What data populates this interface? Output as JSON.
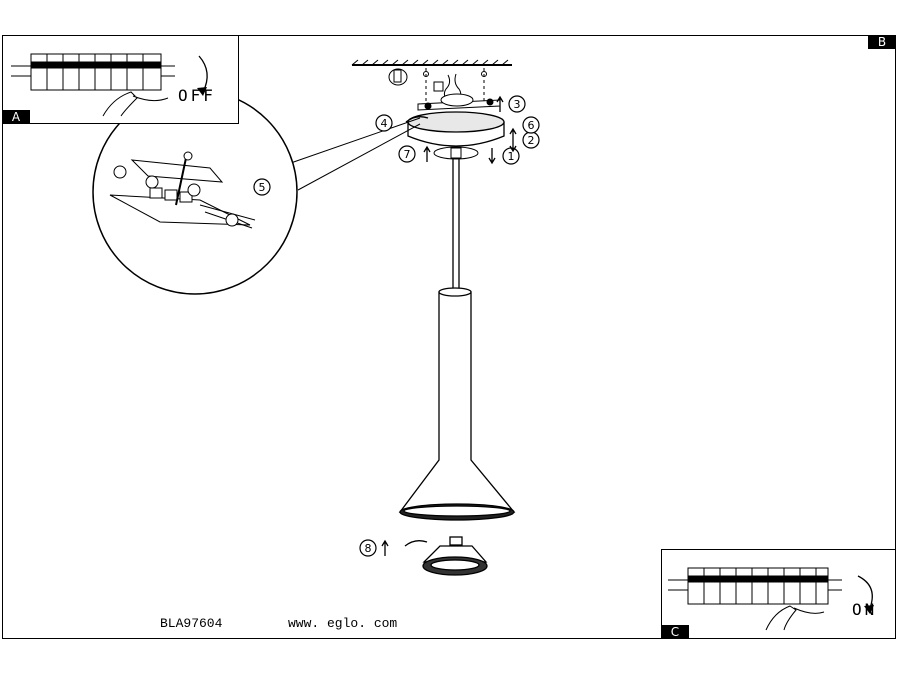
{
  "panels": {
    "a": {
      "tag": "A",
      "state": "OFF"
    },
    "b": {
      "tag": "B"
    },
    "c": {
      "tag": "C",
      "state": "ON"
    }
  },
  "steps": [
    "1",
    "2",
    "3",
    "4",
    "5",
    "6",
    "7",
    "8"
  ],
  "footer": {
    "code": "BLA97604",
    "url": "www. eglo. com"
  }
}
